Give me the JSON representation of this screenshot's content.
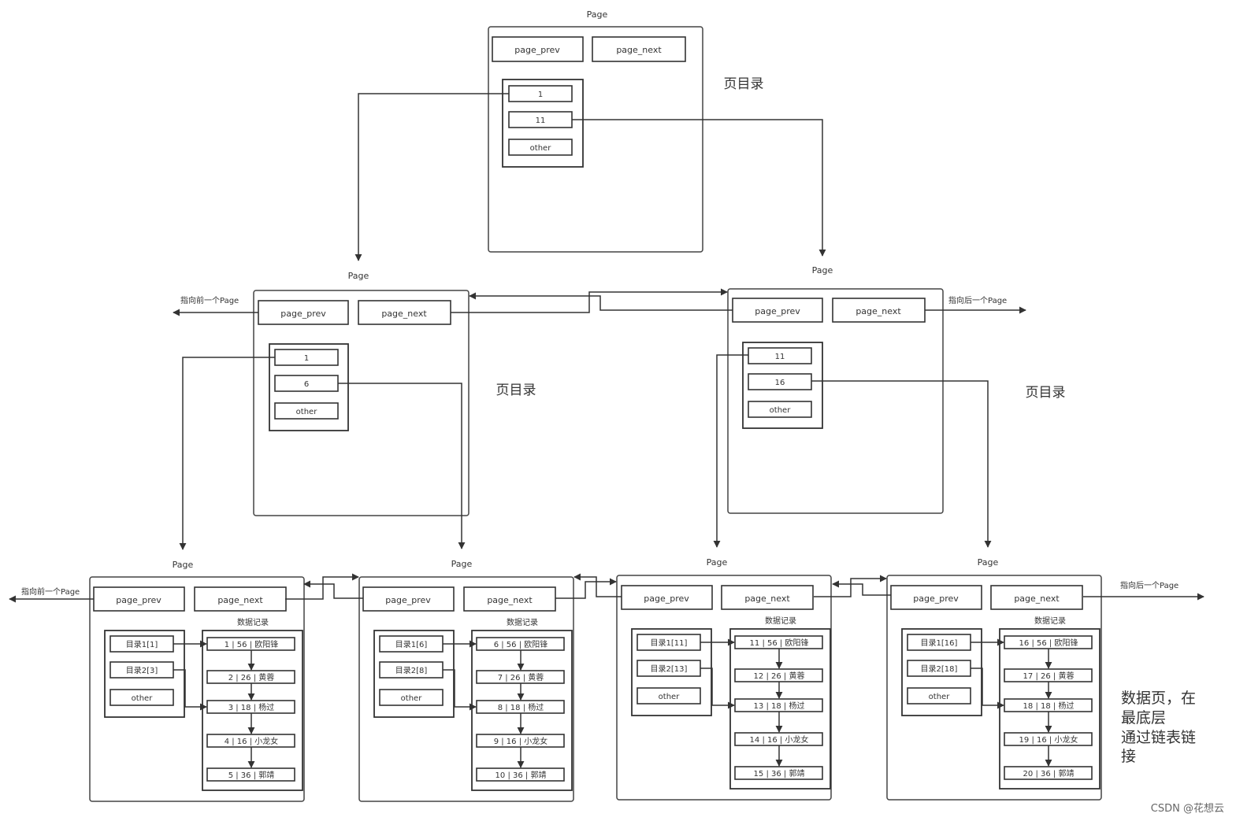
{
  "labels": {
    "page": "Page",
    "page_prev": "page_prev",
    "page_next": "page_next",
    "page_directory": "页目录",
    "data_records": "数据记录",
    "other": "other",
    "prev_pointer": "指向前一个Page",
    "next_pointer": "指向后一个Page"
  },
  "root_page": {
    "directory": [
      "1",
      "11",
      "other"
    ]
  },
  "mid_pages": [
    {
      "directory": [
        "1",
        "6",
        "other"
      ]
    },
    {
      "directory": [
        "11",
        "16",
        "other"
      ]
    }
  ],
  "leaf_pages": [
    {
      "directory": [
        "目录1[1]",
        "目录2[3]",
        "other"
      ],
      "records": [
        "1 | 56 | 欧阳锋",
        "2 | 26 | 黄蓉",
        "3 | 18 | 杨过",
        "4 | 16 | 小龙女",
        "5 | 36 | 郭靖"
      ]
    },
    {
      "directory": [
        "目录1[6]",
        "目录2[8]",
        "other"
      ],
      "records": [
        "6 | 56 | 欧阳锋",
        "7 | 26 | 黄蓉",
        "8 | 18 | 杨过",
        "9 | 16 | 小龙女",
        "10 | 36 | 郭靖"
      ]
    },
    {
      "directory": [
        "目录1[11]",
        "目录2[13]",
        "other"
      ],
      "records": [
        "11 | 56 | 欧阳锋",
        "12 | 26 | 黄蓉",
        "13 | 18 | 杨过",
        "14 | 16 | 小龙女",
        "15 | 36 | 郭靖"
      ]
    },
    {
      "directory": [
        "目录1[16]",
        "目录2[18]",
        "other"
      ],
      "records": [
        "16 | 56 | 欧阳锋",
        "17 | 26 | 黄蓉",
        "18 | 18 | 杨过",
        "19 | 16 | 小龙女",
        "20 | 36 | 郭靖"
      ]
    }
  ],
  "note": {
    "lines": [
      "数据页，在",
      "最底层",
      "通过链表链",
      "接"
    ]
  },
  "watermark": "CSDN @花想云"
}
